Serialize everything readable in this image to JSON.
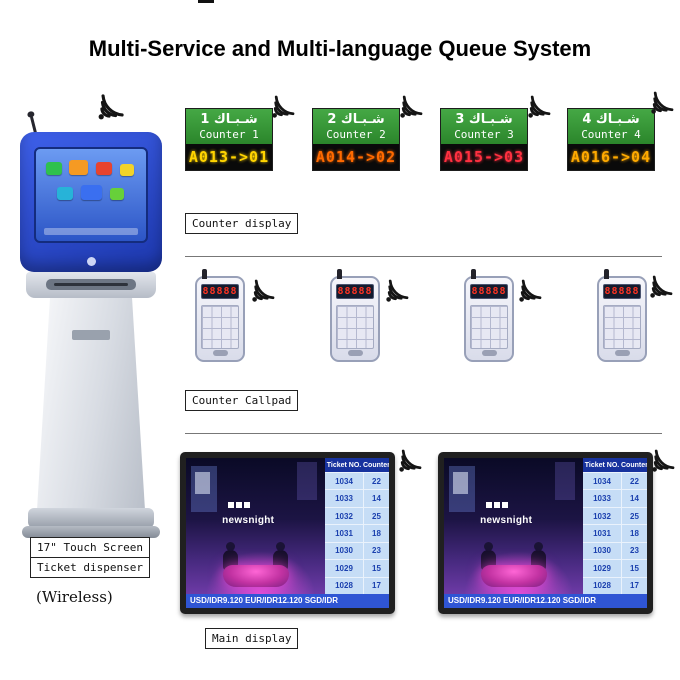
{
  "title": "Multi-Service and Multi-language Queue System",
  "sections": {
    "counter_display_label": "Counter display",
    "counter_callpad_label": "Counter Callpad",
    "main_display_label": "Main display"
  },
  "counter_displays": [
    {
      "arabic_label": "شـبـاك 1",
      "english_label": "Counter 1",
      "led_text": "A013->01",
      "led_color": "#ffd400"
    },
    {
      "arabic_label": "شـبـاك 2",
      "english_label": "Counter 2",
      "led_text": "A014->02",
      "led_color": "#ff6a00"
    },
    {
      "arabic_label": "شـبـاك 3",
      "english_label": "Counter 3",
      "led_text": "A015->03",
      "led_color": "#ff3040"
    },
    {
      "arabic_label": "شـبـاك 4",
      "english_label": "Counter 4",
      "led_text": "A016->04",
      "led_color": "#ffaa00"
    }
  ],
  "callpad": {
    "screen_text": "88888"
  },
  "main_display": {
    "channel_text": "newsnight",
    "table": {
      "headers": [
        "Ticket NO.",
        "Counter"
      ],
      "rows": [
        [
          "1034",
          "22"
        ],
        [
          "1033",
          "14"
        ],
        [
          "1032",
          "25"
        ],
        [
          "1031",
          "18"
        ],
        [
          "1030",
          "23"
        ],
        [
          "1029",
          "15"
        ],
        [
          "1028",
          "17"
        ]
      ]
    },
    "ticker_text": "USD/IDR9.120 EUR/IDR12.120 SGD/IDR"
  },
  "kiosk": {
    "label_line1": "17\" Touch Screen",
    "label_line2": "Ticket dispenser",
    "wireless_label": "(Wireless)"
  },
  "colors": {
    "display_header_green": "#2b862b",
    "table_header_blue": "#17329e",
    "table_row_blue": "#c6ddf6",
    "ticker_blue": "#2f55d4",
    "desk_magenta": "#c232a2",
    "kiosk_blue": "#2c55c6"
  }
}
